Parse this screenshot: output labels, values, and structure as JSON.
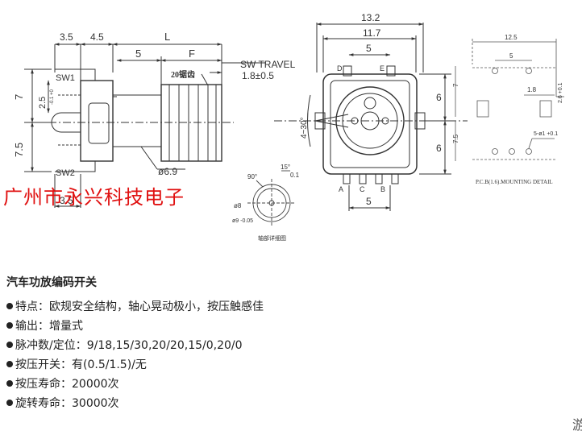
{
  "drawing": {
    "side_view": {
      "dim_top_1": "3.5",
      "dim_top_2": "4.5",
      "dim_L": "L",
      "dim_5": "5",
      "dim_F": "F",
      "sw_travel_label": "SW TRAVEL",
      "sw_travel_value": "1.8±0.5",
      "teeth_label": "20锯齿",
      "sw1": "SW1",
      "sw2": "SW2",
      "dim_7": "7",
      "dim_25": "2.5",
      "dim_25_tol": "-0.1 +0",
      "dim_75": "7.5",
      "dim_69": "ø6.9",
      "dim_bottom_35": "3.5"
    },
    "front_view": {
      "dim_132": "13.2",
      "dim_117": "11.7",
      "dim_5_top": "5",
      "pin_D": "D",
      "pin_E": "E",
      "pin_A": "A",
      "pin_C": "C",
      "pin_B": "B",
      "angle": "4~30°",
      "dim_6_upper": "6",
      "dim_6_lower": "6",
      "dim_5_bottom": "5"
    },
    "shaft_detail": {
      "angle_90": "90°",
      "angle_15": "15°",
      "dim_01": "0.1",
      "dim_8": "ø8",
      "dim_9": "ø9 -0.05",
      "caption": "轴部详细图"
    },
    "pcb": {
      "dim_125": "12.5",
      "dim_5": "5",
      "dim_7": "7",
      "dim_18": "1.8",
      "dim_26": "2.6 +0.1",
      "dim_75": "7.5",
      "dim_holes": "5-ø1 +0.1",
      "caption": "P.C.B(1.6).MOUNTING DETAIL"
    }
  },
  "watermark": "广州市永兴科技电子",
  "info": {
    "title": "汽车功放编码开关",
    "items": [
      "特点：欧规安全结构，轴心晃动极小，按压触感佳",
      "输出：增量式",
      "脉冲数/定位：9/18,15/30,20/20,15/0,20/0",
      "按压开关：有(0.5/1.5)/无",
      "按压寿命：20000次",
      "旋转寿命：30000次"
    ]
  },
  "corner_char": "游"
}
